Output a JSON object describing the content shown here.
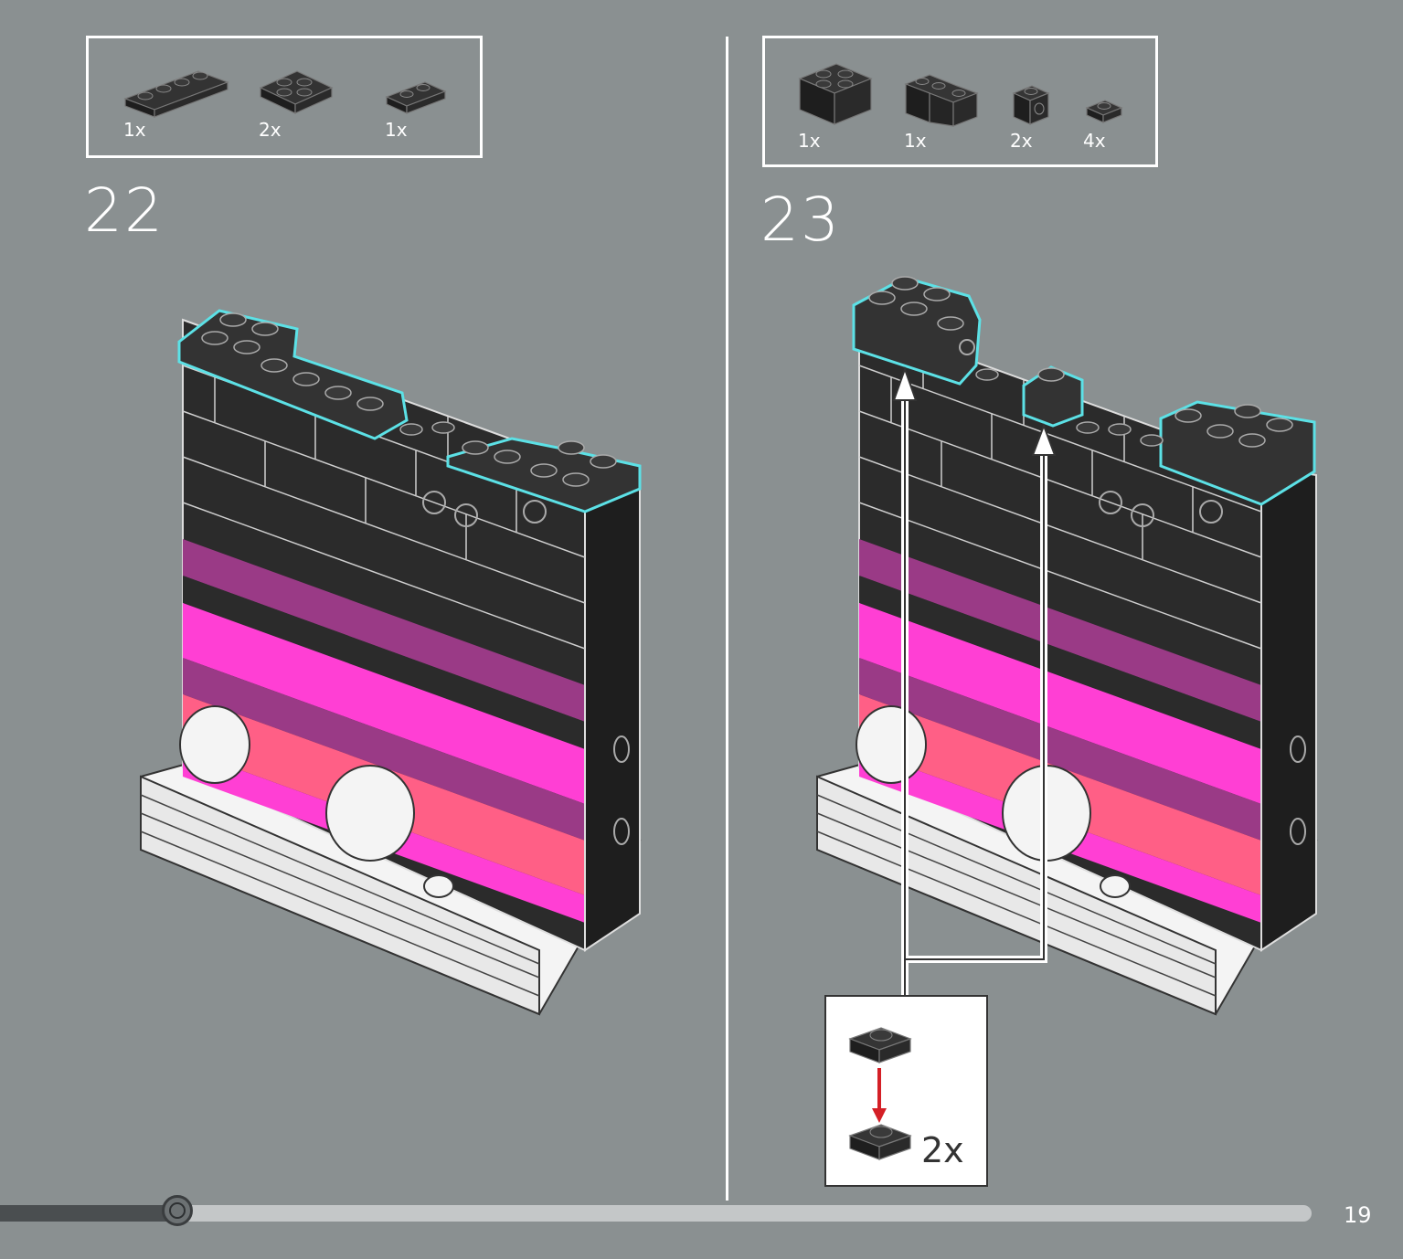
{
  "step_22": {
    "number": "22",
    "parts": [
      {
        "qty": "1x",
        "icon": "plate-1x4-icon"
      },
      {
        "qty": "2x",
        "icon": "plate-2x2-icon"
      },
      {
        "qty": "1x",
        "icon": "plate-1x2-icon"
      }
    ]
  },
  "step_23": {
    "number": "23",
    "parts": [
      {
        "qty": "1x",
        "icon": "brick-2x2-icon"
      },
      {
        "qty": "1x",
        "icon": "brick-corner-icon"
      },
      {
        "qty": "2x",
        "icon": "brick-1x1-side-stud-icon"
      },
      {
        "qty": "4x",
        "icon": "plate-1x1-icon"
      }
    ],
    "callout_qty": "2x"
  },
  "page_number": "19",
  "progress": {
    "fraction": 0.135
  },
  "colors": {
    "background": "#8a9091",
    "highlight": "#5ce1e6",
    "brick_black": "#2b2b2b",
    "magenta": "#ff3fd4",
    "purple": "#9a3a86",
    "coral": "#ff5f86",
    "arrow_red": "#d41f26"
  }
}
